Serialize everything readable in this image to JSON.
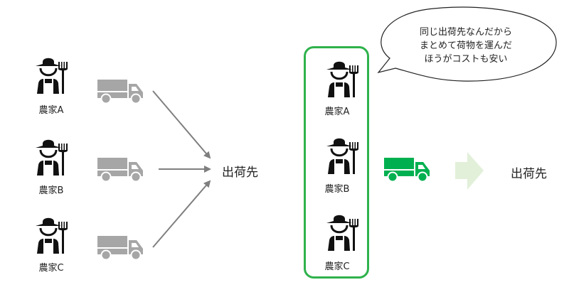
{
  "left_scenario": {
    "farmers": [
      {
        "label": "農家A"
      },
      {
        "label": "農家B"
      },
      {
        "label": "農家C"
      }
    ],
    "destination": "出荷先",
    "truck_color": "#a6a6a6",
    "arrow_color": "#7f7f7f"
  },
  "right_scenario": {
    "farmers": [
      {
        "label": "農家A"
      },
      {
        "label": "農家B"
      },
      {
        "label": "農家C"
      }
    ],
    "destination": "出荷先",
    "truck_color": "#00b050",
    "group_border_color": "#2fb24c",
    "arrow_color": "#e2f0d9",
    "speech_bubble": {
      "lines": [
        "同じ出荷先なんだから",
        "まとめて荷物を運んだ",
        "ほうがコストも安い"
      ]
    }
  }
}
